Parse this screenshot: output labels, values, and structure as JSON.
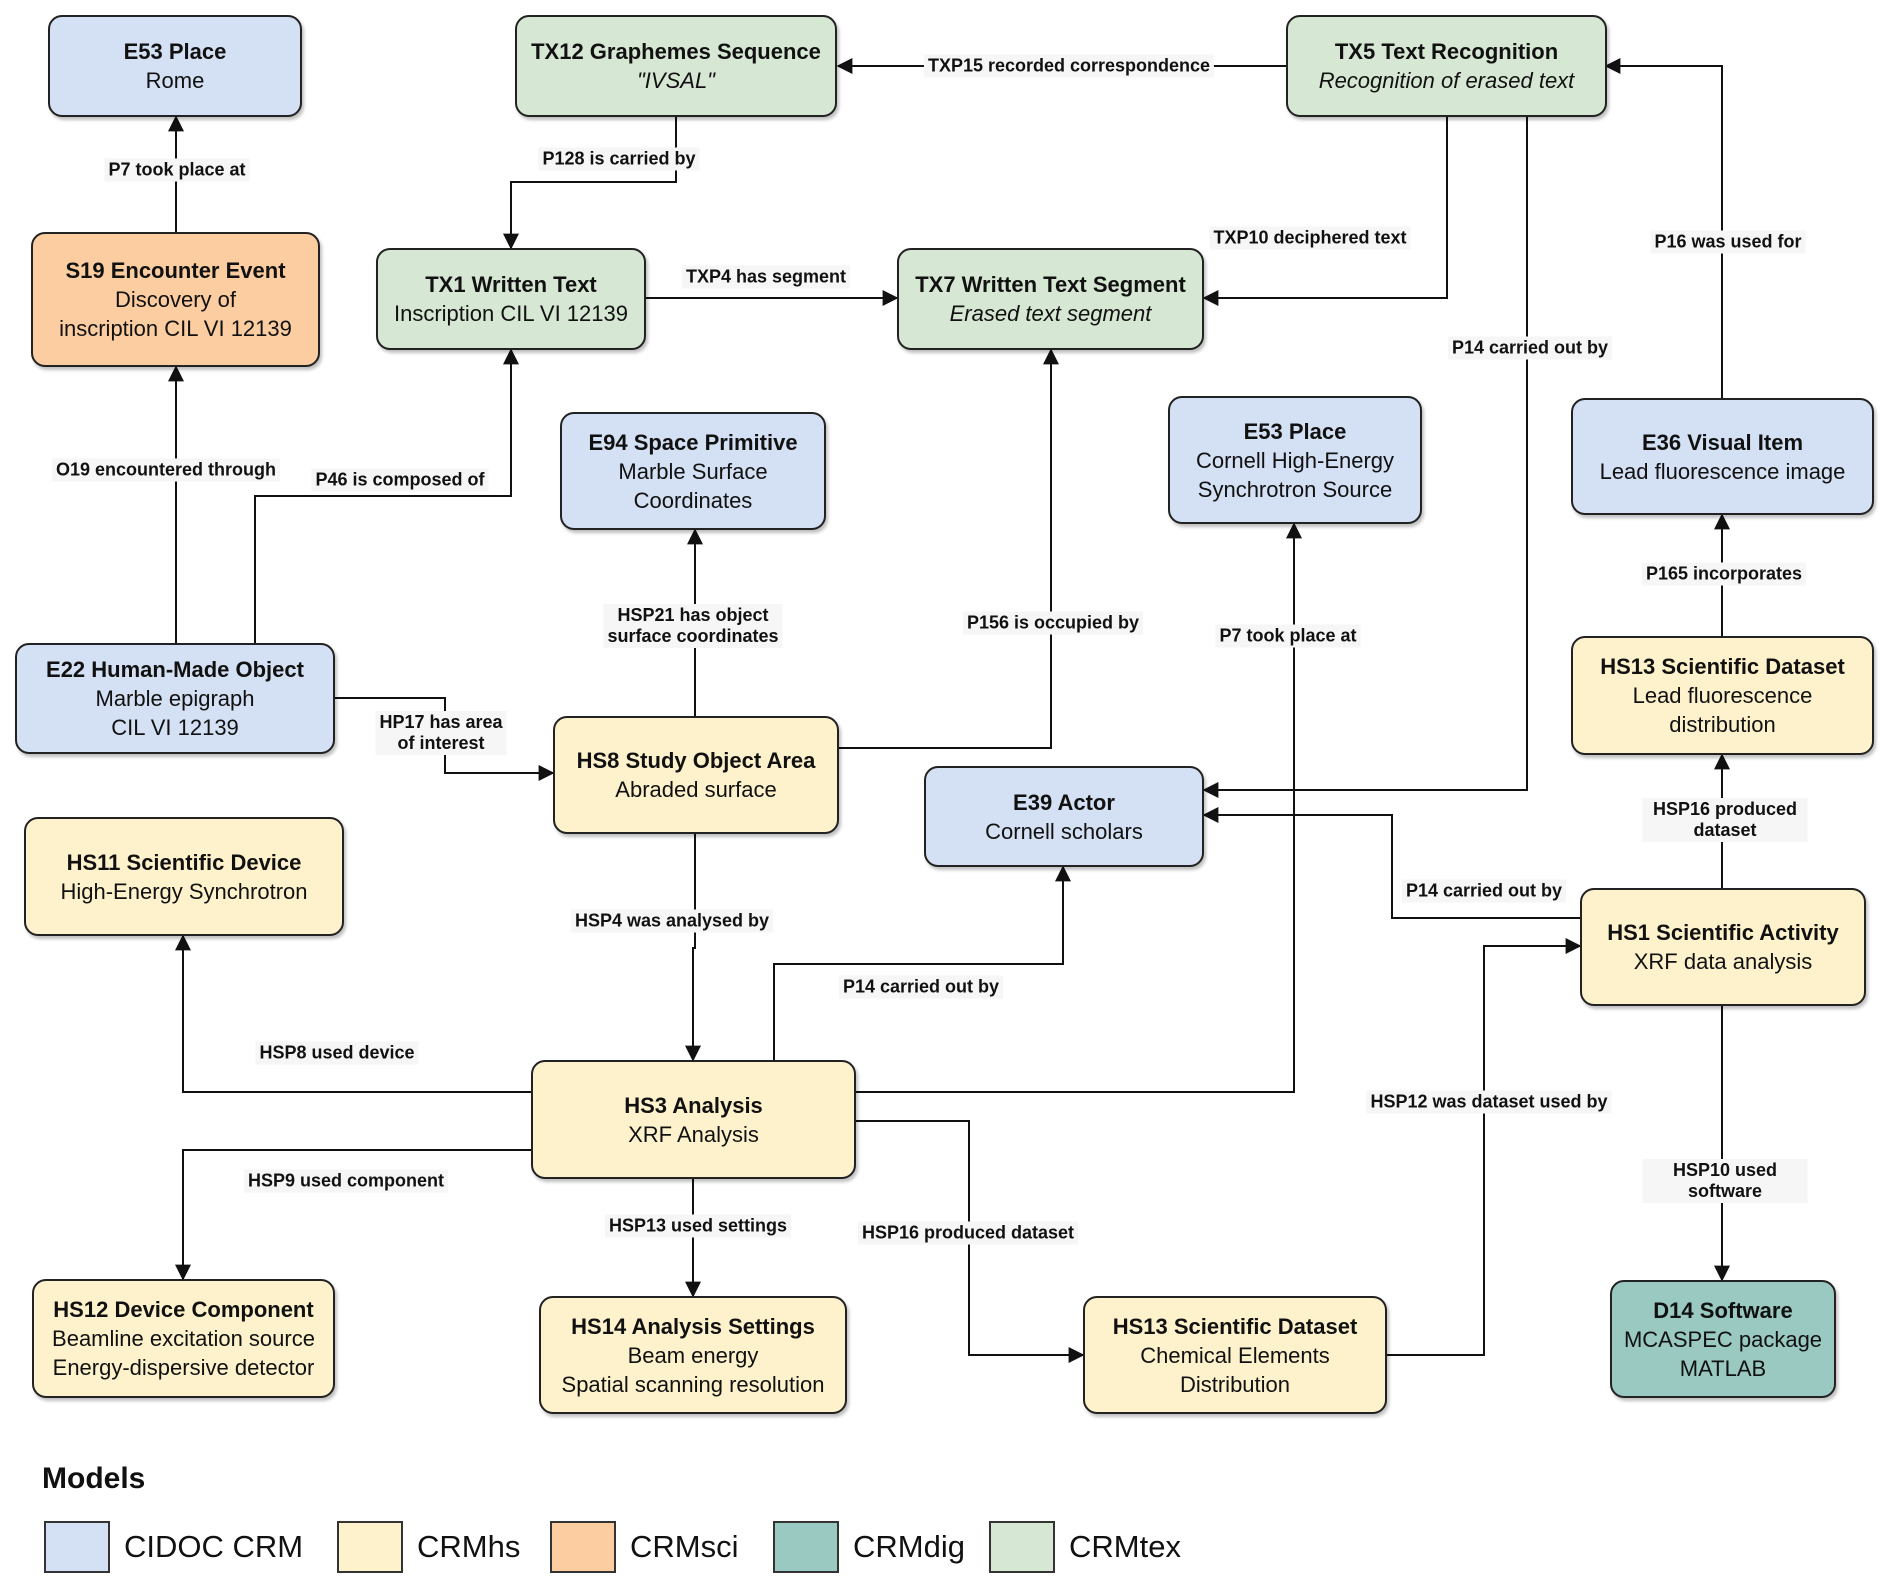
{
  "colors": {
    "cidoc": "#d4e0f3",
    "crmhs": "#fdf2cb",
    "crmsci": "#fbcda0",
    "crmdig": "#99c9c0",
    "crmtex": "#d6e7d3"
  },
  "nodes": {
    "e53_rome": {
      "title": "E53 Place",
      "sub": "Rome",
      "model": "cidoc"
    },
    "tx12": {
      "title": "TX12 Graphemes Sequence",
      "sub": "\"IVSAL\"",
      "model": "crmtex"
    },
    "tx5": {
      "title": "TX5 Text Recognition",
      "sub": "Recognition of erased text",
      "model": "crmtex"
    },
    "s19": {
      "title": "S19 Encounter Event",
      "sub": "Discovery of\ninscription CIL VI 12139",
      "model": "crmsci"
    },
    "tx1": {
      "title": "TX1 Written Text",
      "sub": "Inscription CIL VI 12139",
      "model": "crmtex"
    },
    "tx7": {
      "title": "TX7 Written Text Segment",
      "sub": "Erased text segment",
      "model": "crmtex"
    },
    "e94": {
      "title": "E94 Space Primitive",
      "sub": "Marble Surface\nCoordinates",
      "model": "cidoc"
    },
    "e53_cornell": {
      "title": "E53 Place",
      "sub": "Cornell High-Energy\nSynchrotron Source",
      "model": "cidoc"
    },
    "e36": {
      "title": "E36 Visual Item",
      "sub": "Lead fluorescence image",
      "model": "cidoc"
    },
    "e22": {
      "title": "E22 Human-Made Object",
      "sub": "Marble epigraph\nCIL VI 12139",
      "model": "cidoc"
    },
    "hs8": {
      "title": "HS8 Study Object Area",
      "sub": "Abraded surface",
      "model": "crmhs"
    },
    "hs13_lead": {
      "title": "HS13 Scientific Dataset",
      "sub": "Lead fluorescence\ndistribution",
      "model": "crmhs"
    },
    "e39": {
      "title": "E39 Actor",
      "sub": "Cornell scholars",
      "model": "cidoc"
    },
    "hs11": {
      "title": "HS11 Scientific Device",
      "sub": "High-Energy Synchrotron",
      "model": "crmhs"
    },
    "hs1": {
      "title": "HS1 Scientific Activity",
      "sub": "XRF data analysis",
      "model": "crmhs"
    },
    "hs3": {
      "title": "HS3 Analysis",
      "sub": "XRF Analysis",
      "model": "crmhs"
    },
    "hs12": {
      "title": "HS12 Device Component",
      "sub": "Beamline excitation source\nEnergy-dispersive detector",
      "model": "crmhs"
    },
    "hs14": {
      "title": "HS14 Analysis Settings",
      "sub": "Beam energy\nSpatial scanning resolution",
      "model": "crmhs"
    },
    "hs13_chem": {
      "title": "HS13 Scientific Dataset",
      "sub": "Chemical Elements\nDistribution",
      "model": "crmhs"
    },
    "d14": {
      "title": "D14 Software",
      "sub": "MCASPEC package\nMATLAB",
      "model": "crmdig"
    }
  },
  "edges": {
    "p7_rome": "P7 took place at",
    "txp15": "TXP15 recorded correspondence",
    "p128": "P128 is carried by",
    "txp4": "TXP4 has segment",
    "txp10": "TXP10 deciphered text",
    "p16": "P16 was used for",
    "o19": "O19 encountered through",
    "p46": "P46 is composed of",
    "p14_tx5": "P14 carried out by",
    "hsp21": "HSP21 has object\nsurface coordinates",
    "p156": "P156 is occupied by",
    "p7_cornell": "P7 took place at",
    "p165": "P165 incorporates",
    "hp17": "HP17 has area\nof interest",
    "hsp16_lead": "HSP16 produced dataset",
    "p14_hs1": "P14 carried out by",
    "hsp4": "HSP4 was analysed by",
    "p14_hs3": "P14 carried out by",
    "hsp8": "HSP8 used device",
    "hsp12": "HSP12 was dataset used by",
    "hsp9": "HSP9 used component",
    "hsp10": "HSP10 used software",
    "hsp13": "HSP13 used settings",
    "hsp16_chem": "HSP16 produced dataset"
  },
  "legend": {
    "title": "Models",
    "items": [
      {
        "label": "CIDOC CRM",
        "model": "cidoc"
      },
      {
        "label": "CRMhs",
        "model": "crmhs"
      },
      {
        "label": "CRMsci",
        "model": "crmsci"
      },
      {
        "label": "CRMdig",
        "model": "crmdig"
      },
      {
        "label": "CRMtex",
        "model": "crmtex"
      }
    ]
  }
}
